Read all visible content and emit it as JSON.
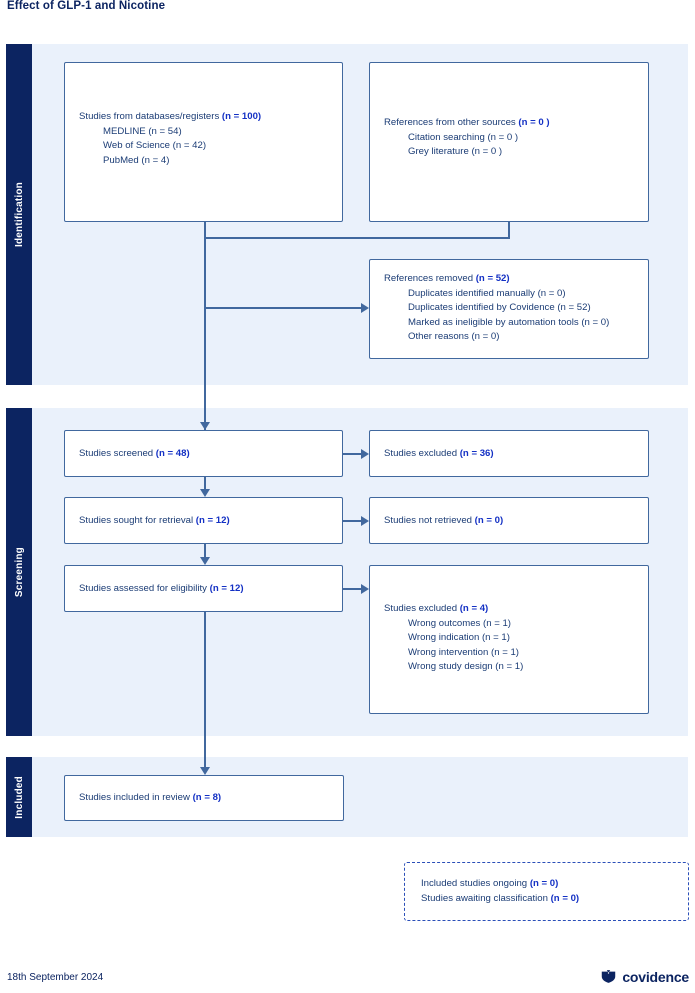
{
  "title": "Effect of GLP-1 and Nicotine",
  "colors": {
    "band_bg": "#eaf1fb",
    "band_label_bg": "#0c2461",
    "box_border": "#41689e",
    "text": "#1b3c75",
    "count_blue": "#1330c4",
    "brand": "#0c2461"
  },
  "bands": [
    {
      "name": "identification",
      "label": "Identification"
    },
    {
      "name": "screening",
      "label": "Screening"
    },
    {
      "name": "included",
      "label": "Included"
    }
  ],
  "boxes": {
    "databases": {
      "header_text": "Studies from databases/registers ",
      "header_count": "(n = 100)",
      "sub": [
        "MEDLINE (n = 54)",
        "Web of Science (n = 42)",
        "PubMed (n = 4)"
      ]
    },
    "other_sources": {
      "header_text": "References from other sources ",
      "header_count": "(n = 0 )",
      "sub": [
        "Citation searching (n = 0 )",
        "Grey literature (n = 0 )"
      ]
    },
    "references_removed": {
      "header_text": "References removed ",
      "header_count": "(n = 52)",
      "sub": [
        "Duplicates identified manually (n = 0)",
        "Duplicates identified by Covidence (n = 52)",
        "Marked as ineligible by automation tools (n = 0)",
        "Other reasons (n = 0)"
      ]
    },
    "studies_screened": {
      "header_text": "Studies screened ",
      "header_count": "(n = 48)"
    },
    "studies_excluded_1": {
      "header_text": "Studies excluded ",
      "header_count": "(n = 36)"
    },
    "studies_sought": {
      "header_text": "Studies sought for retrieval ",
      "header_count": "(n = 12)"
    },
    "studies_not_retrieved": {
      "header_text": "Studies not retrieved ",
      "header_count": "(n = 0)"
    },
    "studies_eligibility": {
      "header_text": "Studies assessed for eligibility ",
      "header_count": "(n = 12)"
    },
    "studies_excluded_2": {
      "header_text": "Studies excluded ",
      "header_count": "(n = 4)",
      "sub": [
        "Wrong outcomes (n = 1)",
        "Wrong indication (n = 1)",
        "Wrong intervention (n = 1)",
        "Wrong study design (n = 1)"
      ]
    },
    "studies_included": {
      "header_text": "Studies included in review ",
      "header_count": "(n = 8)"
    },
    "ongoing": {
      "line1_text": "Included studies ongoing ",
      "line1_count": "(n = 0)",
      "line2_text": "Studies awaiting classification ",
      "line2_count": "(n = 0)"
    }
  },
  "footer": {
    "date": "18th September 2024",
    "brand_name": "covidence",
    "brand_icon": "covidence-shield-icon"
  }
}
